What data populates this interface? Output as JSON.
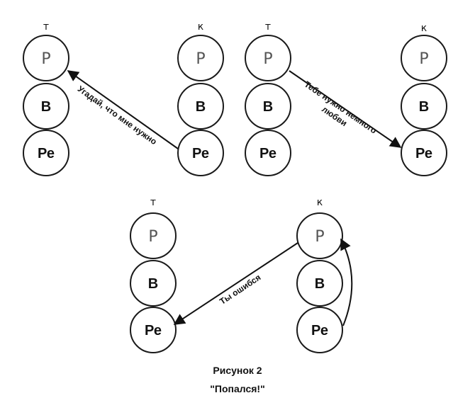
{
  "caption": {
    "line1": "Рисунок 2",
    "line2": "\"Попался!\""
  },
  "panels": [
    {
      "left": {
        "header": "т",
        "states": [
          "Р",
          "В",
          "Ре"
        ]
      },
      "right": {
        "header": "к",
        "states": [
          "Р",
          "В",
          "Ре"
        ]
      },
      "transactions": [
        {
          "from": "right.Ре",
          "to": "left.Р",
          "label": "Угадай, что мне нужно"
        }
      ]
    },
    {
      "left": {
        "header": "т",
        "states": [
          "Р",
          "В",
          "Ре"
        ]
      },
      "right": {
        "header": "к",
        "states": [
          "Р",
          "В",
          "Ре"
        ]
      },
      "transactions": [
        {
          "from": "left.Р",
          "to": "right.Ре",
          "label_lines": [
            "Тебе нужно немного",
            "любви"
          ]
        }
      ]
    },
    {
      "left": {
        "header": "т",
        "states": [
          "Р",
          "В",
          "Ре"
        ]
      },
      "right": {
        "header": "к",
        "states": [
          "Р",
          "В",
          "Ре"
        ]
      },
      "transactions": [
        {
          "from": "right.Р",
          "to": "left.Ре",
          "label": "Ты ошибся"
        },
        {
          "from": "right.Ре",
          "to": "right.Р",
          "label": ""
        }
      ]
    }
  ]
}
